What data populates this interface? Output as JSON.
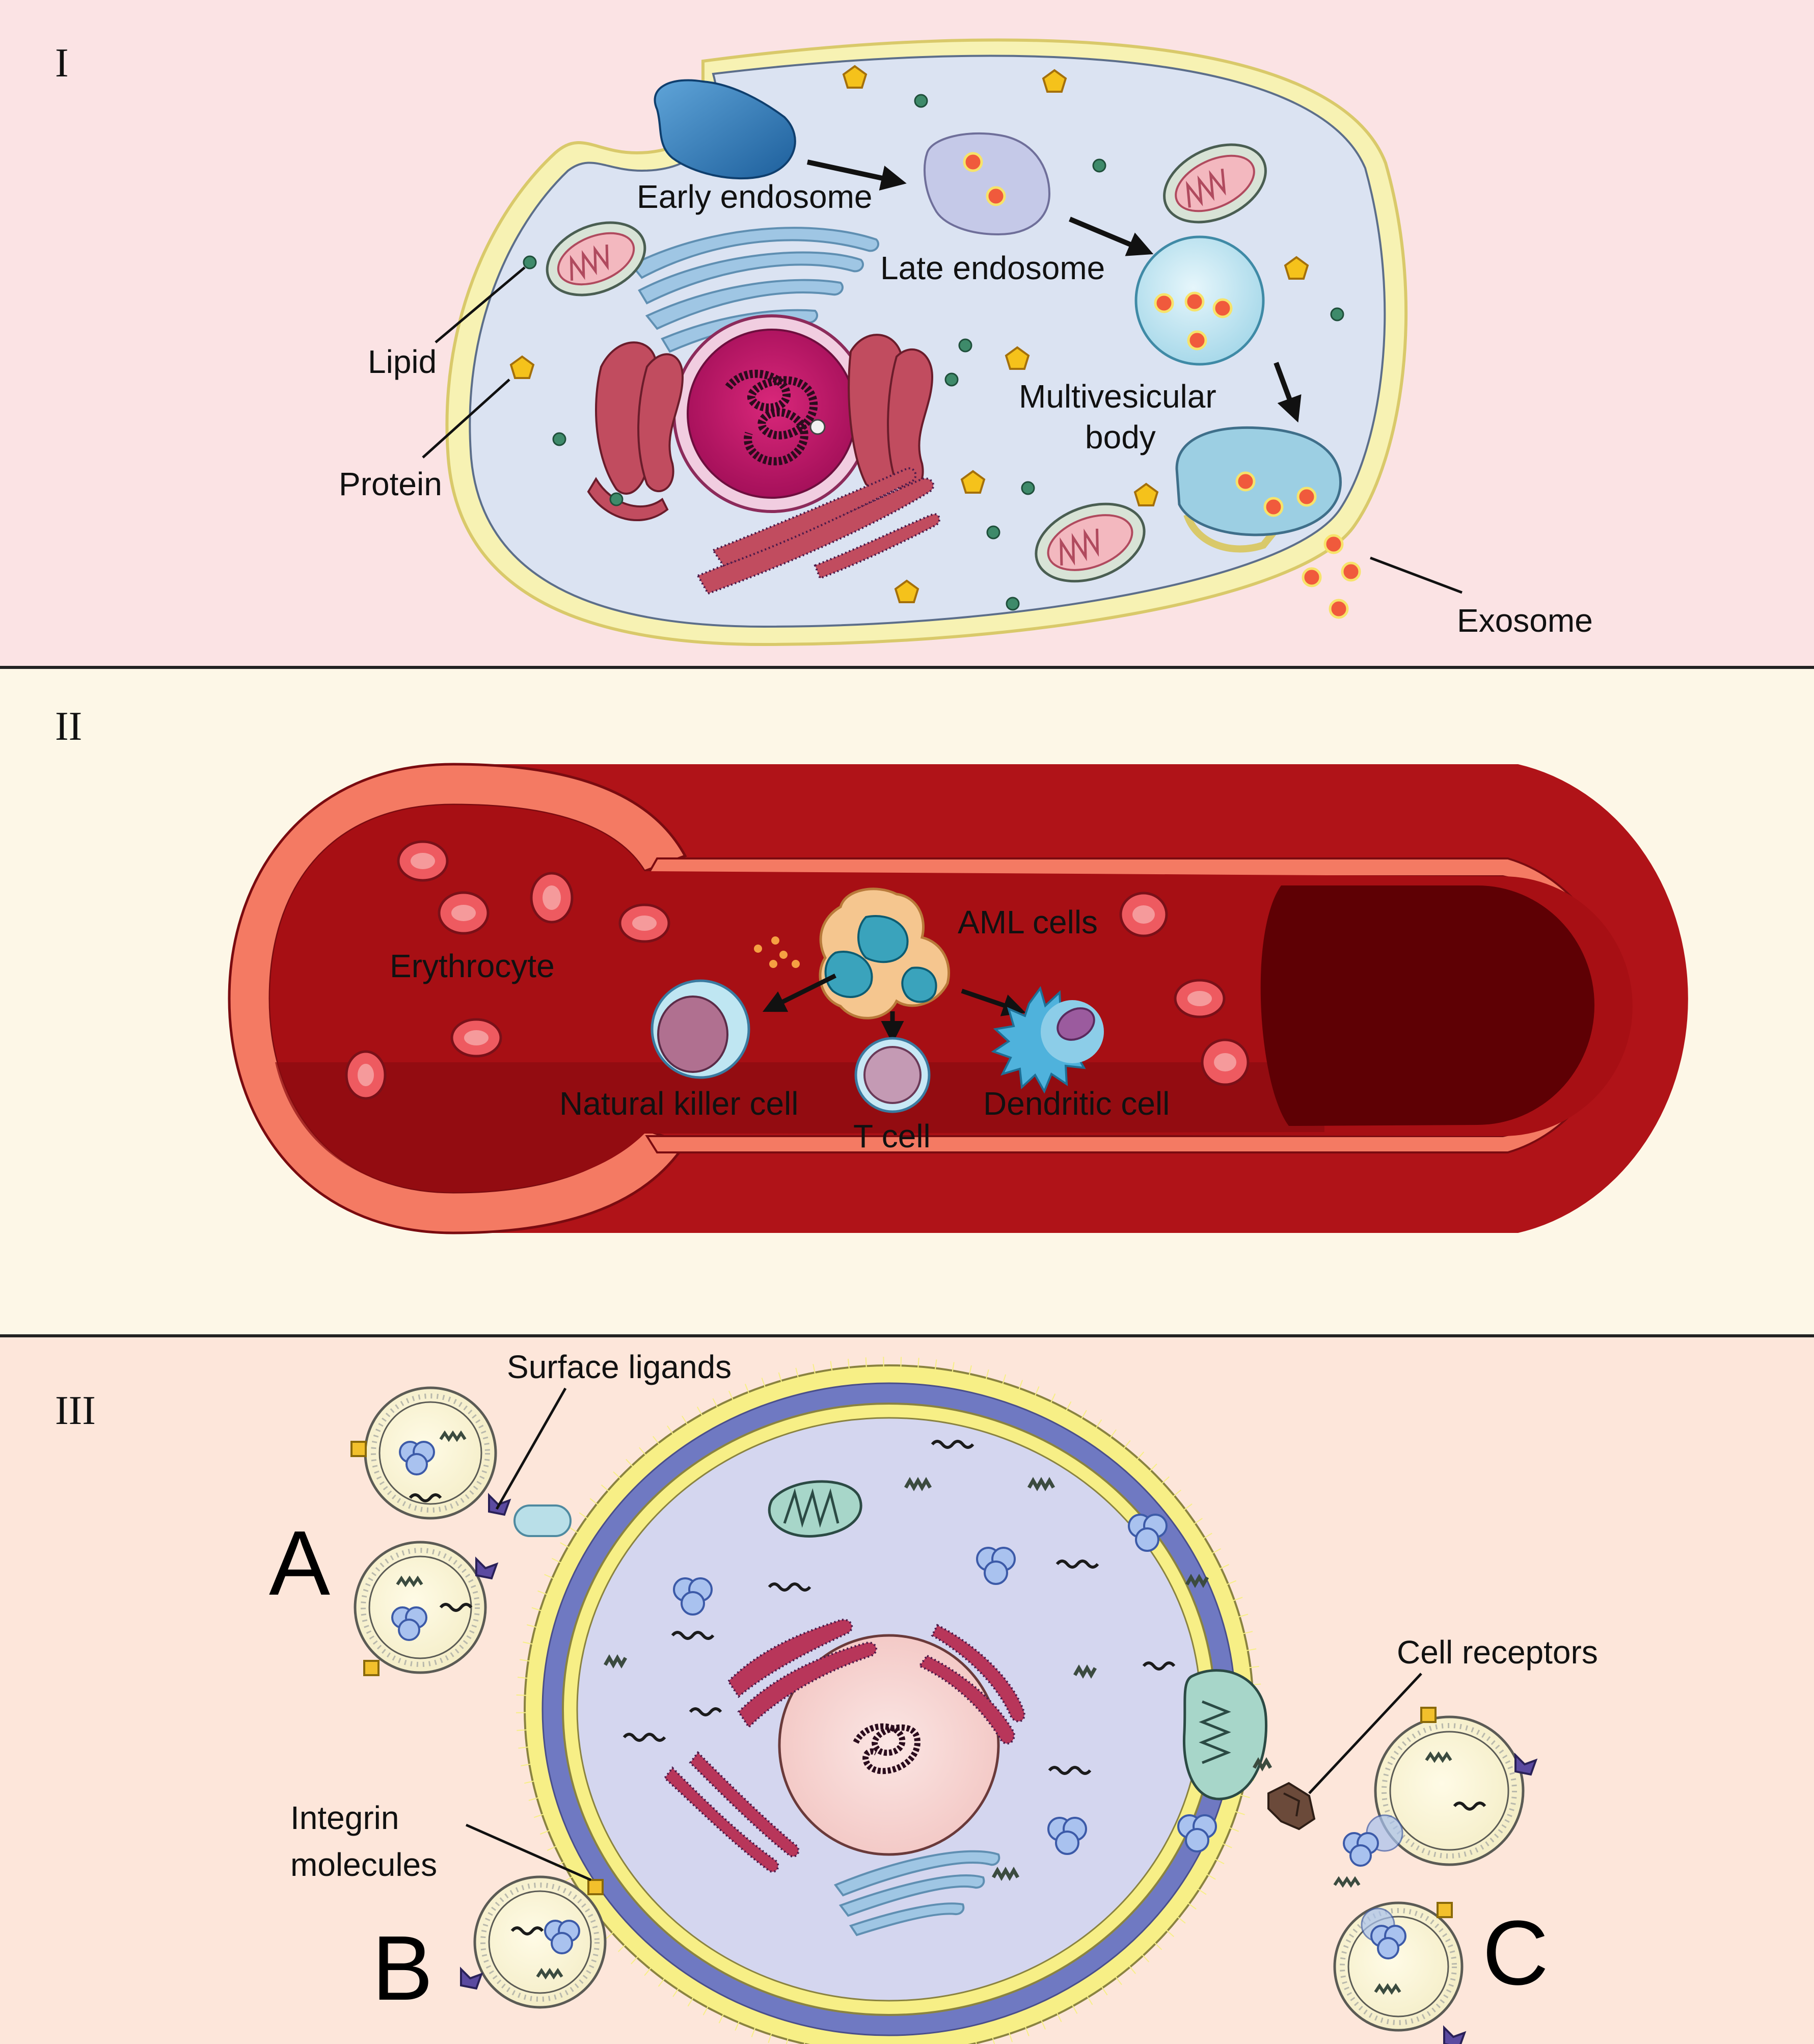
{
  "panel1": {
    "roman": "I",
    "labels": {
      "early_endosome": "Early endosome",
      "late_endosome": "Late endosome",
      "mvb_line1": "Multivesicular",
      "mvb_line2": "body",
      "lipid": "Lipid",
      "protein": "Protein",
      "exosome": "Exosome"
    },
    "colors": {
      "background": "#fbe3e4",
      "cytoplasm": "#dbe3f2",
      "membrane": "#f7f2b3",
      "exosome": "#f05a3c"
    }
  },
  "panel2": {
    "roman": "II",
    "labels": {
      "aml_cells": "AML cells",
      "erythrocyte": "Erythrocyte",
      "nk_cell": "Natural killer cell",
      "t_cell": "T cell",
      "dendritic_cell": "Dendritic cell"
    },
    "colors": {
      "background": "#fdf7e7",
      "vessel": "#b01318",
      "vessel_rim": "#f47a63"
    }
  },
  "panel3": {
    "roman": "III",
    "labels": {
      "surface_ligands": "Surface ligands",
      "cell_receptors": "Cell receptors",
      "integrin_line1": "Integrin",
      "integrin_line2": "molecules",
      "letter_a": "A",
      "letter_b": "B",
      "letter_c": "C"
    },
    "colors": {
      "background": "#fde6da",
      "cytoplasm": "#d4d6ef",
      "bilayer_head": "#f7ef86",
      "bilayer_tail": "#6f79c2"
    }
  }
}
